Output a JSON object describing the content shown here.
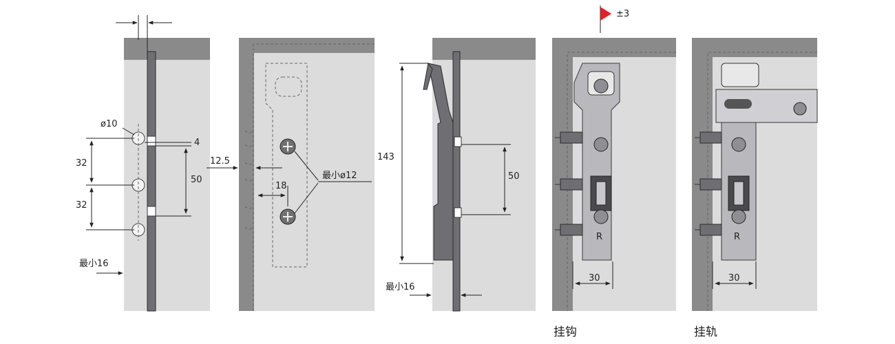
{
  "diagram1": {
    "dia_label": "ø10",
    "gap_label": "4",
    "spacing_1": "32",
    "spacing_2": "32",
    "span_label": "50",
    "min_label": "最小16"
  },
  "diagram2": {
    "offset_label": "12.5",
    "depth_label": "18",
    "screw_label": "最小ø12"
  },
  "diagram3": {
    "height_label": "143",
    "span_label": "50",
    "min_label": "最小16"
  },
  "diagram4": {
    "adjust_label": "±3",
    "width_label": "30",
    "side_mark": "R",
    "caption": "挂钩"
  },
  "diagram5": {
    "width_label": "30",
    "side_mark": "R",
    "caption": "挂轨"
  },
  "colors": {
    "panel": "#dcdcdc",
    "top_bar": "#8a8a8a",
    "accent_flag": "#e0202a"
  }
}
